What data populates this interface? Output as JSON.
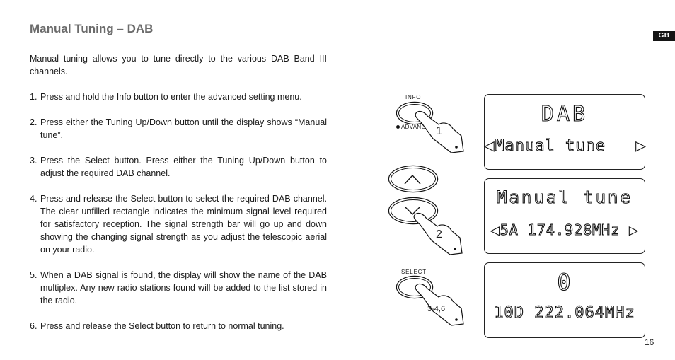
{
  "page": {
    "title": "Manual Tuning – DAB",
    "lang_badge": "GB",
    "page_number": "16"
  },
  "intro": "Manual tuning allows you to tune directly to the various DAB Band III channels.",
  "steps": [
    {
      "num": "1.",
      "text": "Press and hold the Info button to enter the advanced setting menu."
    },
    {
      "num": "2.",
      "text": "Press either the Tuning Up/Down button until the display shows “Manual tune”."
    },
    {
      "num": "3.",
      "text": "Press the Select button. Press either the Tuning Up/Down button to adjust the required DAB channel."
    },
    {
      "num": "4.",
      "text": "Press and release the Select button to select the required DAB channel. The clear unfilled rectangle indicates the minimum signal level required for satisfactory reception. The signal strength bar will go up and down showing the changing signal strength as you adjust the telescopic aerial on your radio."
    },
    {
      "num": "5.",
      "text": "When a DAB signal is found, the display will show the name of the DAB multiplex. Any new radio stations found will be added to the list stored in the radio."
    },
    {
      "num": "6.",
      "text": "Press and release the Select button to return to normal tuning."
    }
  ],
  "illustration": {
    "info_label": "INFO",
    "advance_label": "ADVANCE",
    "select_label": "SELECT",
    "callout_1": "1",
    "callout_2": "2",
    "callout_3": "3-4,6",
    "display_1": {
      "line1": "DAB",
      "line2": "◀Manual tune   ▶"
    },
    "display_2": {
      "line1": "Manual tune",
      "line2": "◀5A 174.928MHz ▶"
    },
    "display_3": {
      "line1": "0",
      "line2": "10D 222.064MHz"
    }
  }
}
